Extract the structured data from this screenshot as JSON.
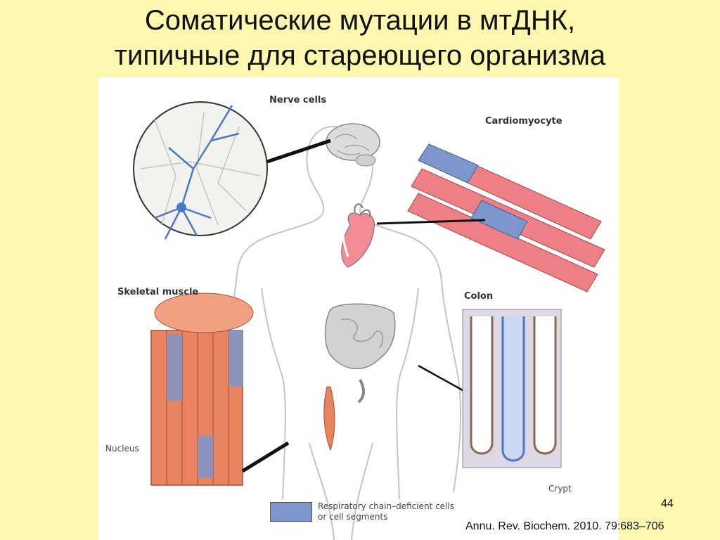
{
  "slide": {
    "title_line1": "Соматические мутации в мтДНК,",
    "title_line2": "типичные для стареющего организма",
    "page_number": "44",
    "citation": "Annu. Rev. Biochem. 2010. 79:683–706"
  },
  "figure": {
    "labels": {
      "nerve_cells": "Nerve cells",
      "cardiomyocyte": "Cardiomyocyte",
      "skeletal_muscle": "Skeletal muscle",
      "colon": "Colon",
      "nucleus": "Nucleus",
      "crypt": "Crypt"
    },
    "legend": {
      "line1": "Respiratory chain–deficient cells",
      "line2": "or cell segments",
      "swatch_color": "#7d97cc"
    },
    "colors": {
      "background": "#fcf8b0",
      "muscle_fiber": "#e8825f",
      "heart": "#f28c95",
      "neuron_deficient": "#4a78c9",
      "body_outline": "#bdbdbd"
    }
  }
}
